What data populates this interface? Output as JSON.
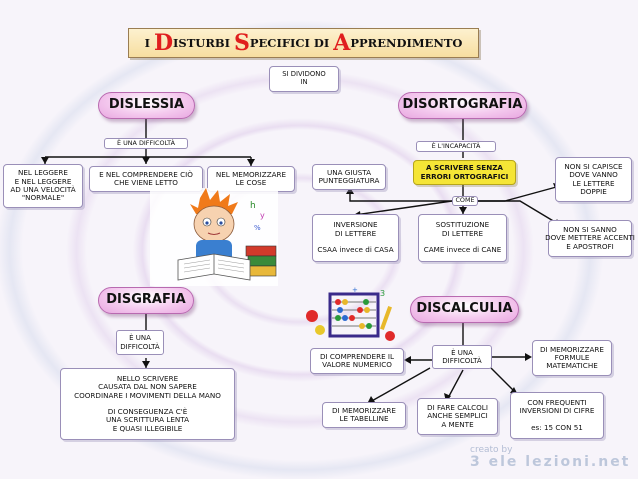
{
  "title": {
    "parts": [
      {
        "text": "I ",
        "style": "sc"
      },
      {
        "text": "D",
        "style": "cap"
      },
      {
        "text": "ISTURBI ",
        "style": "sc"
      },
      {
        "text": "S",
        "style": "cap"
      },
      {
        "text": "PECIFICI DI ",
        "style": "sc"
      },
      {
        "text": "A",
        "style": "cap"
      },
      {
        "text": "PPRENDIMENTO",
        "style": "sc"
      }
    ]
  },
  "center": {
    "label": "SI DIVIDONO\nIN"
  },
  "dislessia": {
    "title": "DISLESSIA",
    "connector": "È UNA DIFFICOLTÀ",
    "items": [
      "NEL LEGGERE\nE NEL LEGGERE\nAD UNA VELOCITÀ\n\"NORMALE\"",
      "E NEL COMPRENDERE CIÒ\nCHE VIENE LETTO",
      "NEL MEMORIZZARE\nLE COSE"
    ]
  },
  "disortografia": {
    "title": "DISORTOGRAFIA",
    "connector": "È L'INCAPACITÀ",
    "main": "A SCRIVERE SENZA\nERRORI ORTOGRAFICI",
    "come": "COME",
    "items": [
      "UNA GIUSTA\nPUNTEGGIATURA",
      "NON SI CAPISCE\nDOVE VANNO\nLE LETTERE\nDOPPIE",
      "INVERSIONE\nDI LETTERE\n\nCSAA invece di CASA",
      "SOSTITUZIONE\nDI LETTERE\n\nCAME invece di CANE",
      "NON SI SANNO\nDOVE METTERE ACCENTI\nE APOSTROFI"
    ]
  },
  "disgrafia": {
    "title": "DISGRAFIA",
    "connector": "È UNA\nDIFFICOLTÀ",
    "item": "NELLO SCRIVERE\nCAUSATA DAL NON SAPERE\nCOORDINARE I MOVIMENTI DELLA MANO\n\nDI CONSEGUENZA C'È\nUNA SCRITTURA LENTA\nE QUASI ILLEGIBILE"
  },
  "discalculia": {
    "title": "DISCALCULIA",
    "connector": "È UNA\nDIFFICOLTÀ",
    "items": [
      "DI COMPRENDERE IL\nVALORE NUMERICO",
      "DI MEMORIZZARE\nFORMULE\nMATEMATICHE",
      "DI MEMORIZZARE\nLE TABELLINE",
      "DI FARE CALCOLI\nANCHE SEMPLICI\nA MENTE",
      "CON FREQUENTI\nINVERSIONI DI CIFRE\n\nes: 15 CON 51"
    ]
  },
  "watermark": {
    "line1": "creato by",
    "line2": "3 ele lezioni.net"
  },
  "icons": [
    "child-reading-illustration",
    "abacus-illustration"
  ],
  "colors": {
    "accent_red": "#e01e1e",
    "pill_pink": "#f4c9ee",
    "highlight_yellow": "#f5e536"
  }
}
